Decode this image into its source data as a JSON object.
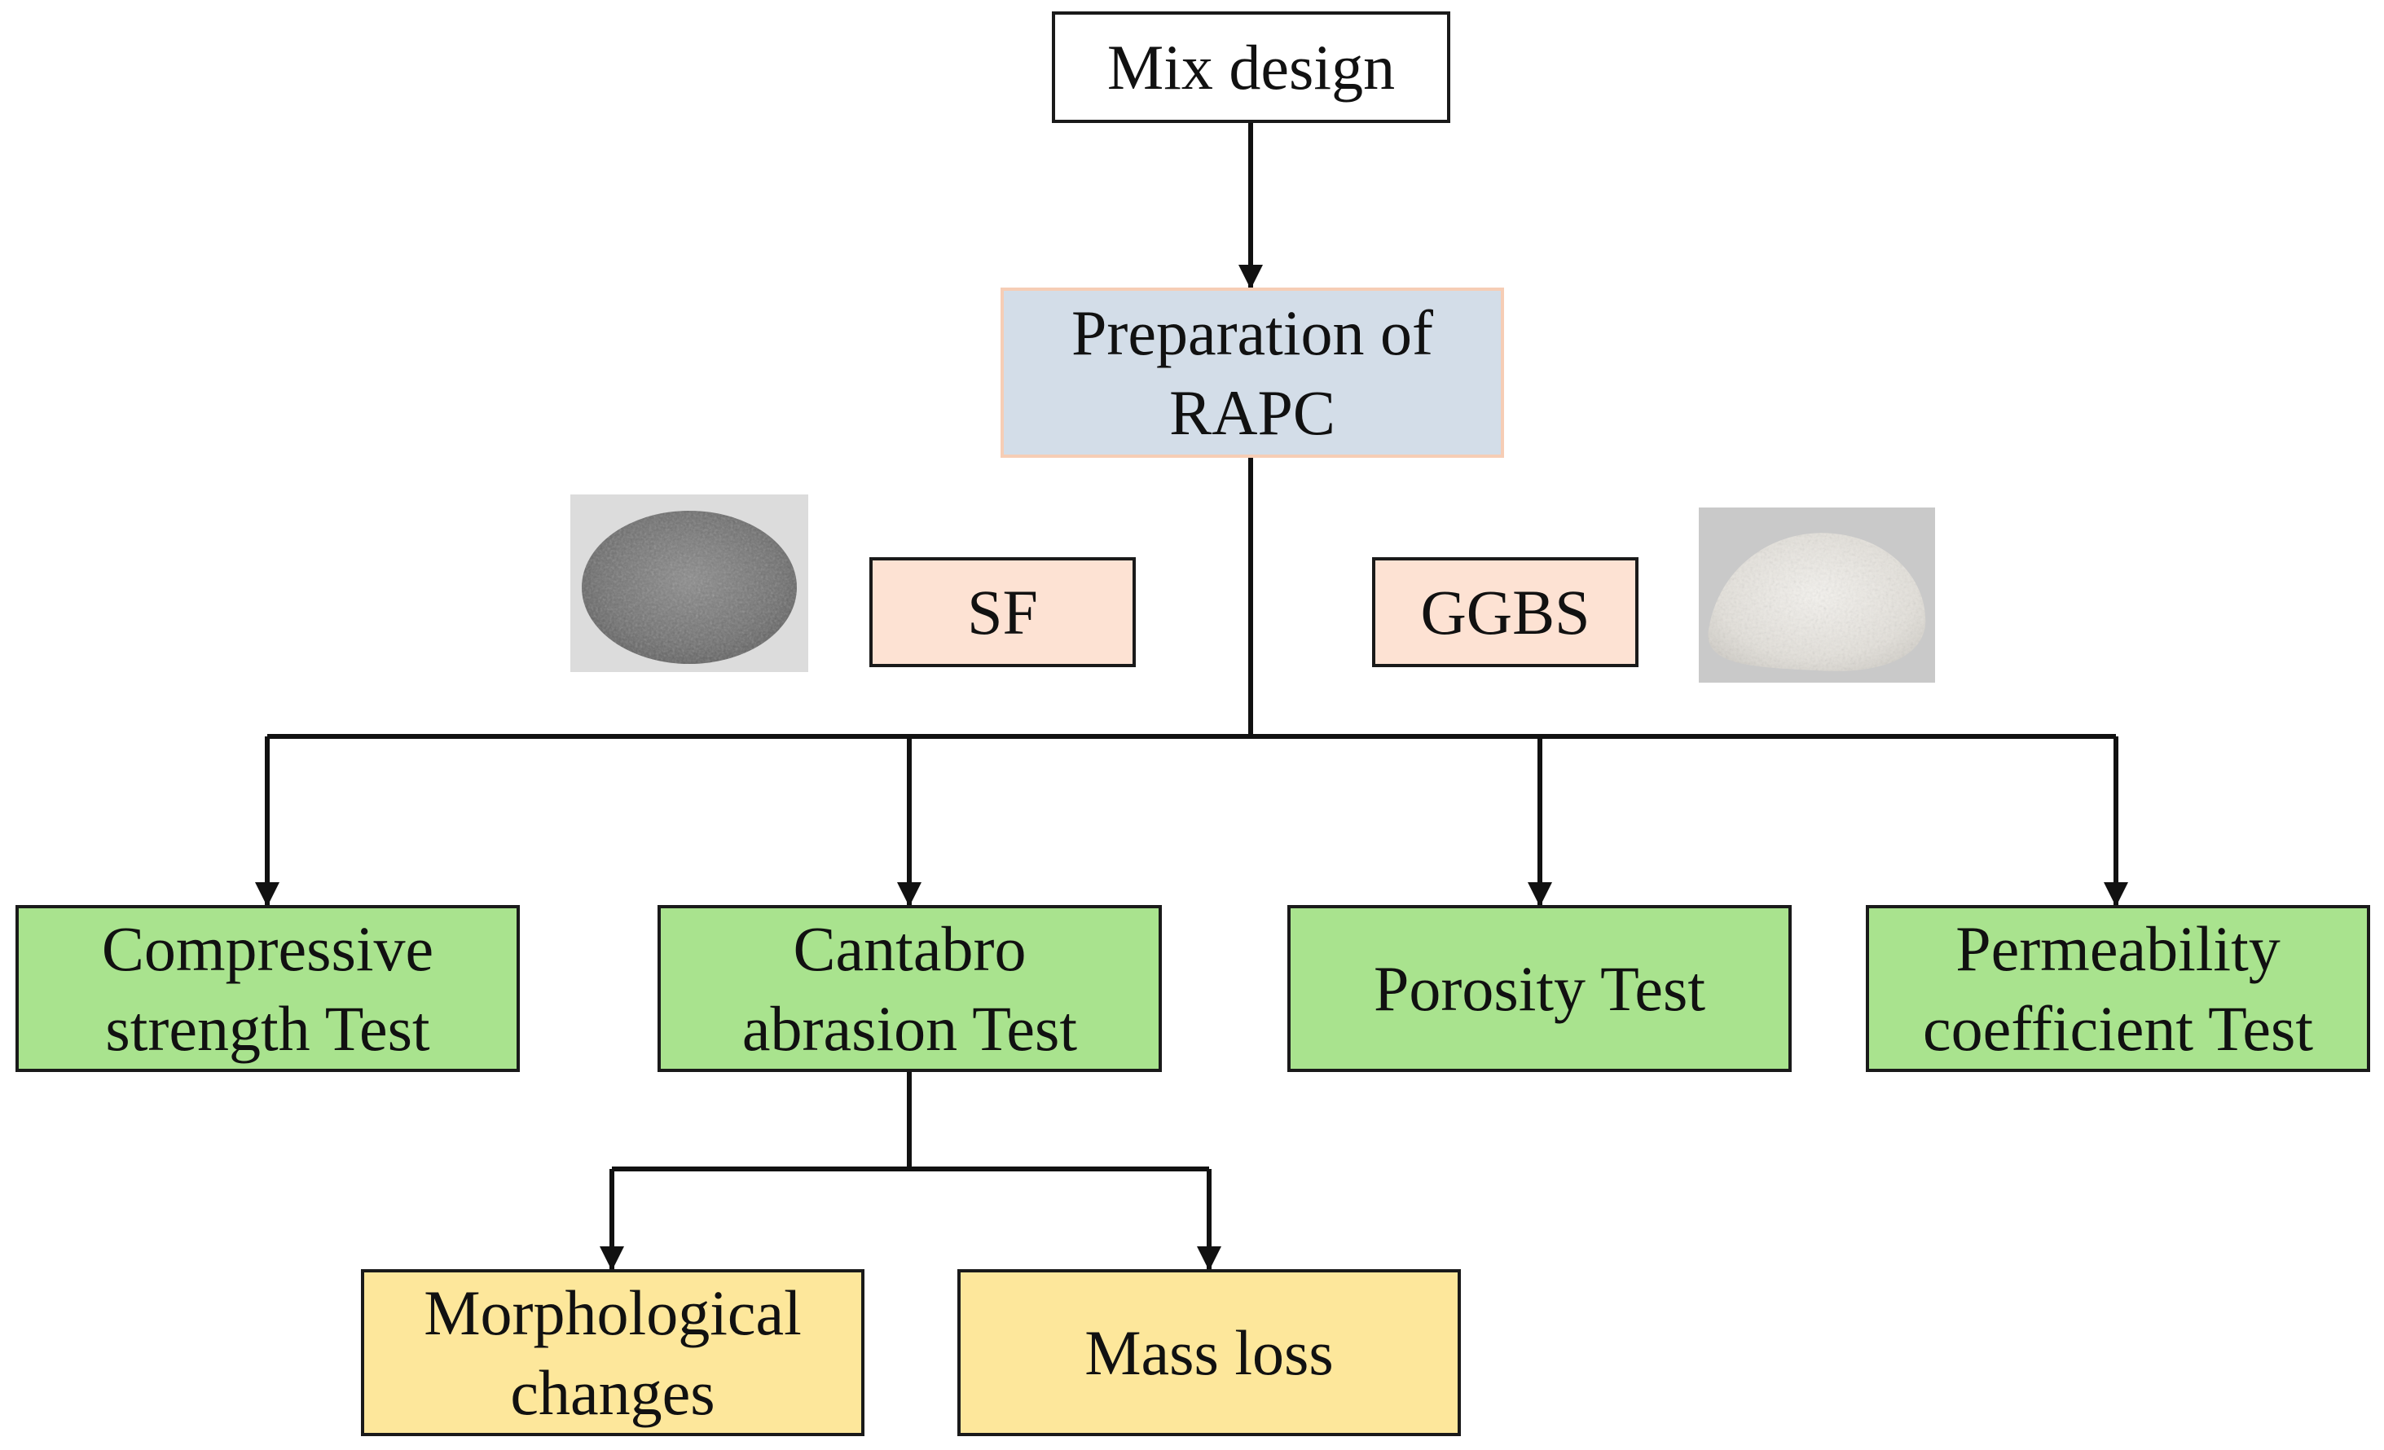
{
  "colors": {
    "prep_fill": "#d3dde8",
    "admixture_fill": "#fde2d3",
    "test_fill": "#a9e38e",
    "outcome_fill": "#fde79b",
    "line": "#111111"
  },
  "nodes": {
    "mix_design": "Mix design",
    "preparation_line1": "Preparation of",
    "preparation_line2": "RAPC",
    "sf": "SF",
    "ggbs": "GGBS",
    "compressive_line1": "Compressive",
    "compressive_line2": "strength Test",
    "cantabro_line1": "Cantabro",
    "cantabro_line2": "abrasion Test",
    "porosity": "Porosity Test",
    "permeability_line1": "Permeability",
    "permeability_line2": "coefficient Test",
    "morphological_line1": "Morphological",
    "morphological_line2": "changes",
    "mass_loss": "Mass loss"
  },
  "images": {
    "sf_photo": "dark-grey-powder-pile",
    "ggbs_photo": "white-powder-pile"
  }
}
